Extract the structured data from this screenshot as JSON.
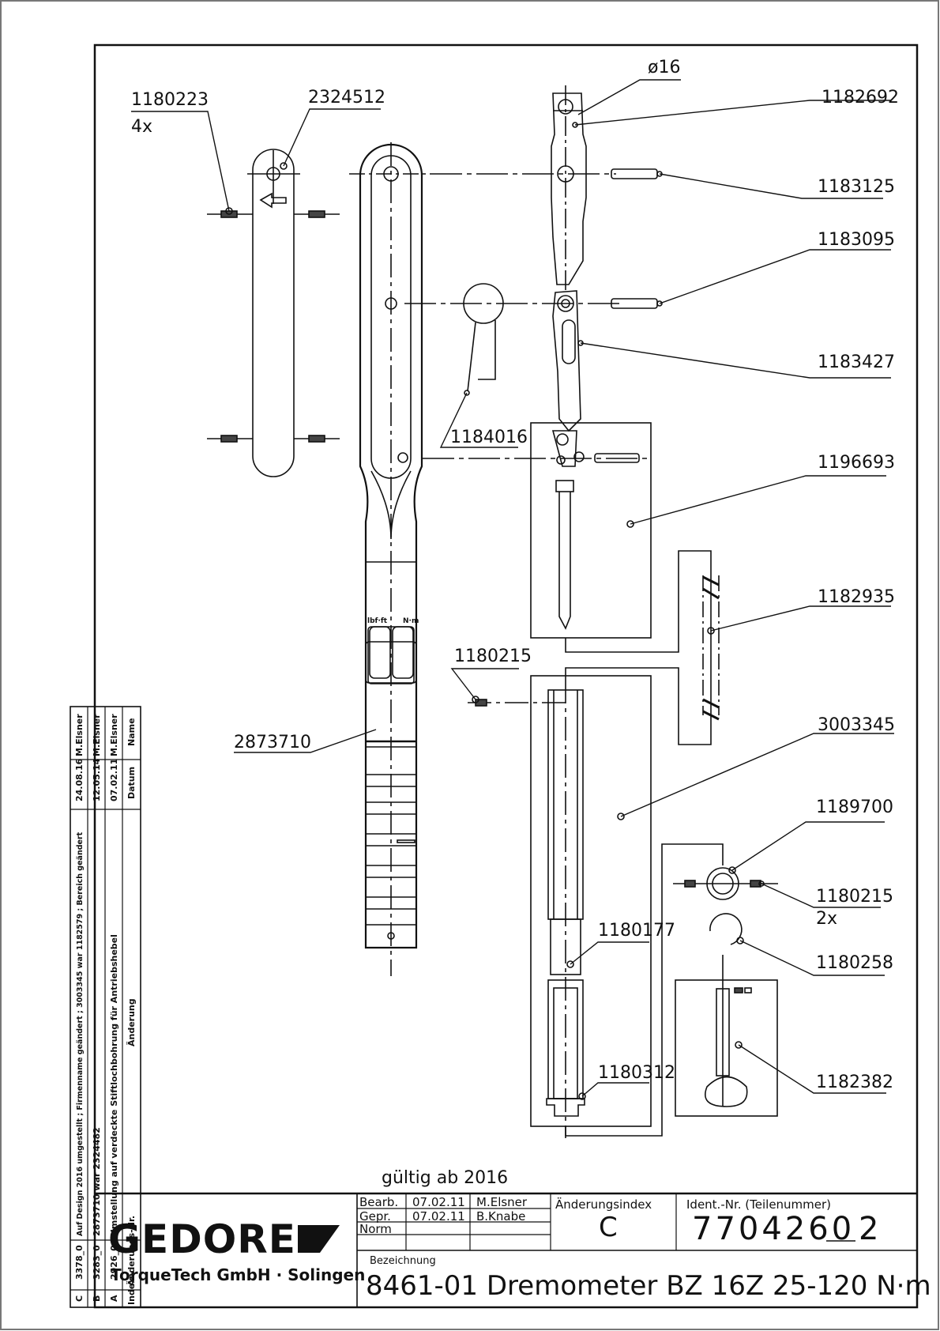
{
  "drawing": {
    "validity_note": "gültig ab 2016",
    "part_labels": [
      {
        "id": "1180223",
        "qty": "4x"
      },
      {
        "id": "2324512"
      },
      {
        "id": "ø16"
      },
      {
        "id": "1182692"
      },
      {
        "id": "1183125"
      },
      {
        "id": "1183095"
      },
      {
        "id": "1183427"
      },
      {
        "id": "1184016"
      },
      {
        "id": "1196693"
      },
      {
        "id": "1182935"
      },
      {
        "id": "1180215"
      },
      {
        "id": "2873710"
      },
      {
        "id": "3003345"
      },
      {
        "id": "1189700"
      },
      {
        "id": "1180215",
        "qty": "2x"
      },
      {
        "id": "1180177"
      },
      {
        "id": "1180258"
      },
      {
        "id": "1180312"
      },
      {
        "id": "1182382"
      }
    ],
    "scale_markings": {
      "left": "lbf·ft",
      "right": "N·m"
    }
  },
  "revision_table": {
    "headers": {
      "index": "Index",
      "order_no": "Änderungs-Nr.",
      "change": "Änderung",
      "date": "Datum",
      "name": "Name"
    },
    "rows": [
      {
        "index": "A",
        "order_no": "2926_0",
        "change": "Umstellung auf verdeckte Stiftlochbohrung für Antriebshebel",
        "date": "07.02.11",
        "name": "M.Elsner"
      },
      {
        "index": "B",
        "order_no": "3283_0",
        "change": "2873710 war 2324482",
        "date": "12.05.14",
        "name": "M.Elsner"
      },
      {
        "index": "C",
        "order_no": "3378_0",
        "change": "Auf Design 2016 umgestellt ; Firmenname geändert ; 3003345 war 1182579 ; Bereich geändert",
        "date": "24.08.16",
        "name": "M.Elsner"
      }
    ]
  },
  "title_block": {
    "logo": "GEDORE",
    "company": "TorqueTech GmbH · Solingen",
    "rows": [
      {
        "label": "Bearb.",
        "date": "07.02.11",
        "name": "M.Elsner"
      },
      {
        "label": "Gepr.",
        "date": "07.02.11",
        "name": "B.Knabe"
      },
      {
        "label": "Norm",
        "date": "",
        "name": ""
      }
    ],
    "change_index_label": "Änderungsindex",
    "change_index_value": "C",
    "ident_label": "Ident.-Nr.  (Teilenummer)",
    "ident_number": "7704260",
    "ident_suffix": "2",
    "designation_label": "Bezeichnung",
    "designation": "8461-01 Dremometer BZ 16Z  25-120 N·m"
  }
}
